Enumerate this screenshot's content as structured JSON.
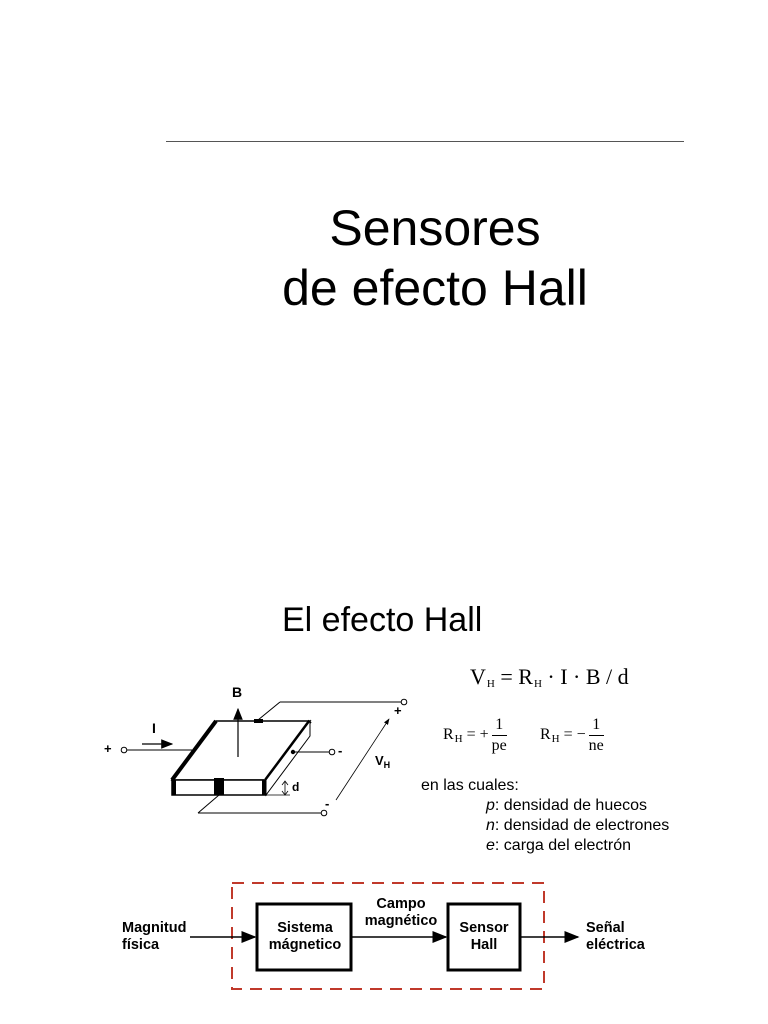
{
  "title": {
    "line1": "Sensores",
    "line2": "de efecto Hall"
  },
  "section": {
    "title": "El efecto Hall"
  },
  "hall_figure": {
    "labels": {
      "B": "B",
      "I": "I",
      "plus_left": "+",
      "minus_right": "-",
      "VH_main": "V",
      "VH_sub": "H",
      "plus_vh": "+",
      "minus_vh": "-",
      "d": "d"
    }
  },
  "formulas": {
    "main": {
      "lhs": "V",
      "lhs_sub": "H",
      "eq": " = R",
      "r_sub": "H",
      "rhs": " · I · B / d"
    },
    "holes": {
      "lhs": "R",
      "lhs_sub": "H",
      "eq": " = +",
      "num": "1",
      "den": "pe"
    },
    "electrons": {
      "lhs": "R",
      "lhs_sub": "H",
      "eq": " = −",
      "num": "1",
      "den": "ne"
    }
  },
  "where": {
    "intro": "en las cuales:",
    "items": [
      {
        "symbol": "p",
        "text": ": densidad de huecos"
      },
      {
        "symbol": "n",
        "text": ": densidad de electrones"
      },
      {
        "symbol": "e",
        "text": ": carga del electrón"
      }
    ]
  },
  "block_diagram": {
    "input": {
      "line1": "Magnitud",
      "line2": "física"
    },
    "block1": {
      "line1": "Sistema",
      "line2": "mágnetico"
    },
    "link": {
      "line1": "Campo",
      "line2": "magnético"
    },
    "block2": {
      "line1": "Sensor",
      "line2": "Hall"
    },
    "output": {
      "line1": "Señal",
      "line2": "eléctrica"
    },
    "dashed_border_color": "#c0392b"
  }
}
